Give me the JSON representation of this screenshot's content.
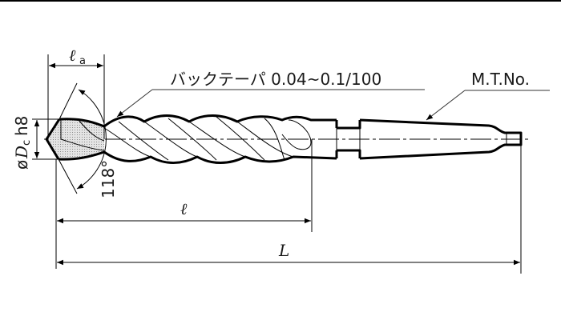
{
  "drawing": {
    "title": "Taper shank drill dimension diagram",
    "top_border": true,
    "labels": {
      "flute_lead_length": "ℓ",
      "flute_lead_length_subscript": "a",
      "diameter_symbol": "ø",
      "diameter": "D",
      "diameter_subscript": "c",
      "diameter_tolerance": "h8",
      "point_angle": "118°",
      "back_taper": "バックテーパ 0.04~0.1/100",
      "morse_taper": "M.T.No.",
      "flute_length": "ℓ",
      "overall_length": "L"
    },
    "colors": {
      "line": "#000000",
      "text": "#1a1a1a",
      "hatch": "#c8c8c8",
      "background": "#ffffff"
    }
  }
}
